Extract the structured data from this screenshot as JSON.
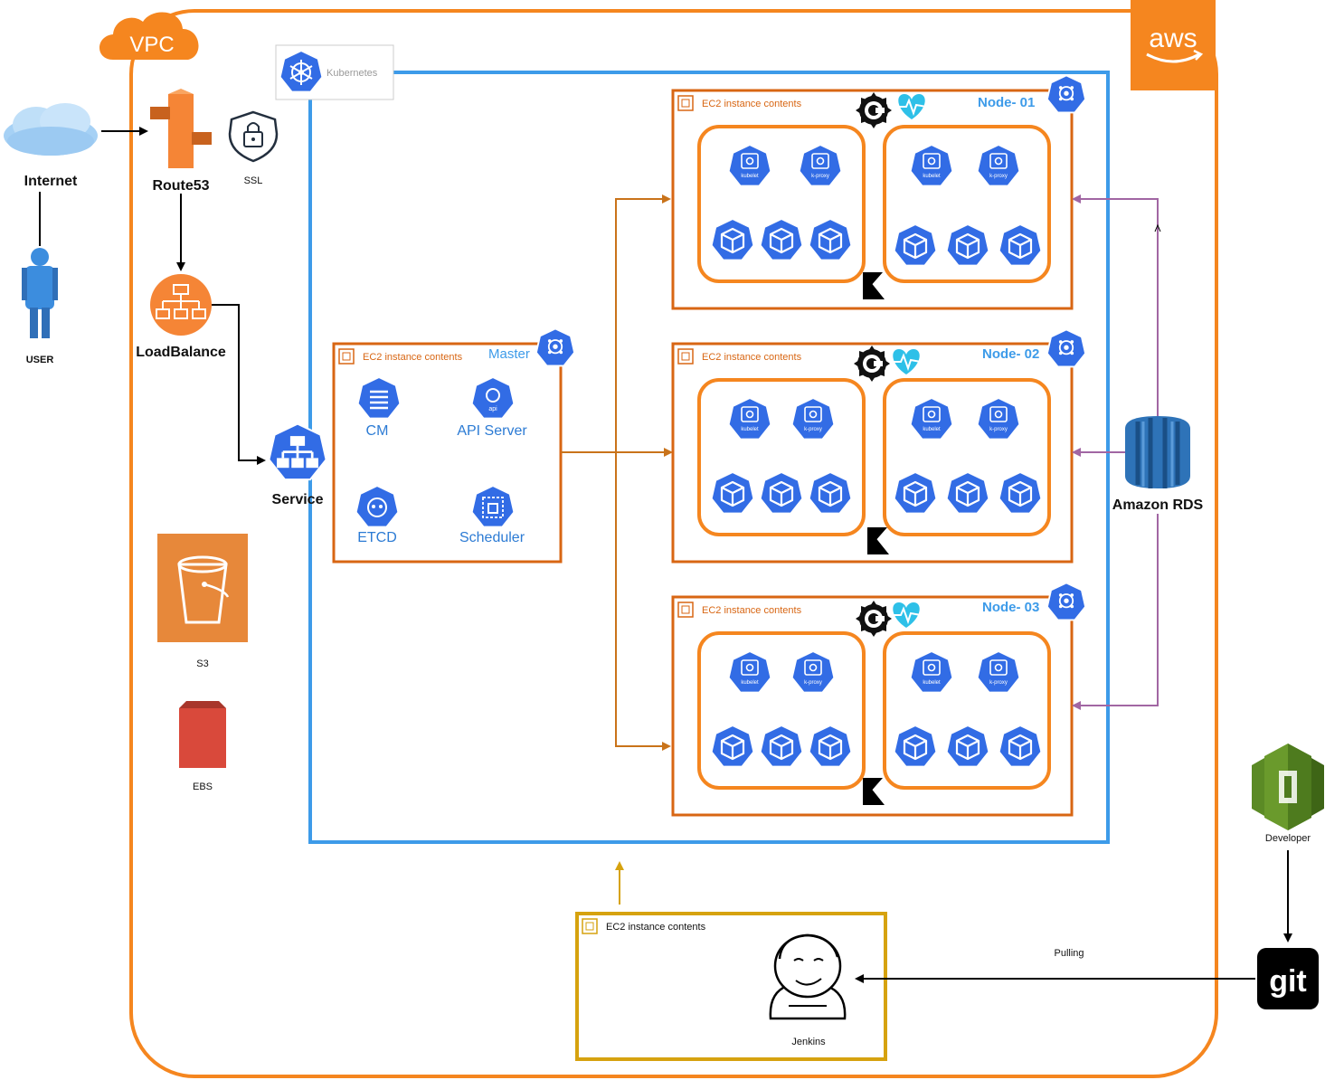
{
  "vpc": {
    "label": "VPC"
  },
  "aws": {
    "label": "aws"
  },
  "kubernetes": {
    "label": "Kubernetes"
  },
  "left": {
    "internet": "Internet",
    "user": "USER",
    "route53": "Route53",
    "ssl": "SSL",
    "loadbalance": "LoadBalance",
    "service": "Service",
    "s3": "S3",
    "ebs": "EBS"
  },
  "master": {
    "ec2_label": "EC2 instance contents",
    "title": "Master",
    "components": [
      "CM",
      "API Server",
      "ETCD",
      "Scheduler"
    ]
  },
  "nodes": [
    {
      "ec2_label": "EC2 instance contents",
      "title": "Node- 01"
    },
    {
      "ec2_label": "EC2 instance contents",
      "title": "Node- 02"
    },
    {
      "ec2_label": "EC2 instance contents",
      "title": "Node- 03"
    }
  ],
  "pod_icons": {
    "kubelet": "kubelet",
    "kproxy": "k-proxy",
    "api": "api"
  },
  "rds": {
    "label": "Amazon RDS"
  },
  "developer": {
    "label": "Developer"
  },
  "git": {
    "label": "git"
  },
  "pulling": {
    "label": "Pulling"
  },
  "jenkins": {
    "ec2_label": "EC2 instance contents",
    "label": "Jenkins"
  },
  "colors": {
    "vpc_orange": "#F5861F",
    "k8s_blue": "#3D9BE9",
    "ec2_border": "#D86613",
    "pod_orange": "#F5861F",
    "k8s_icon": "#326CE5",
    "rds_purple": "#A166A3",
    "jenkins_gold": "#D6A20F",
    "s3_orange": "#E7883A",
    "ebs_red": "#D9493B",
    "dev_green": "#6A9A2C"
  }
}
